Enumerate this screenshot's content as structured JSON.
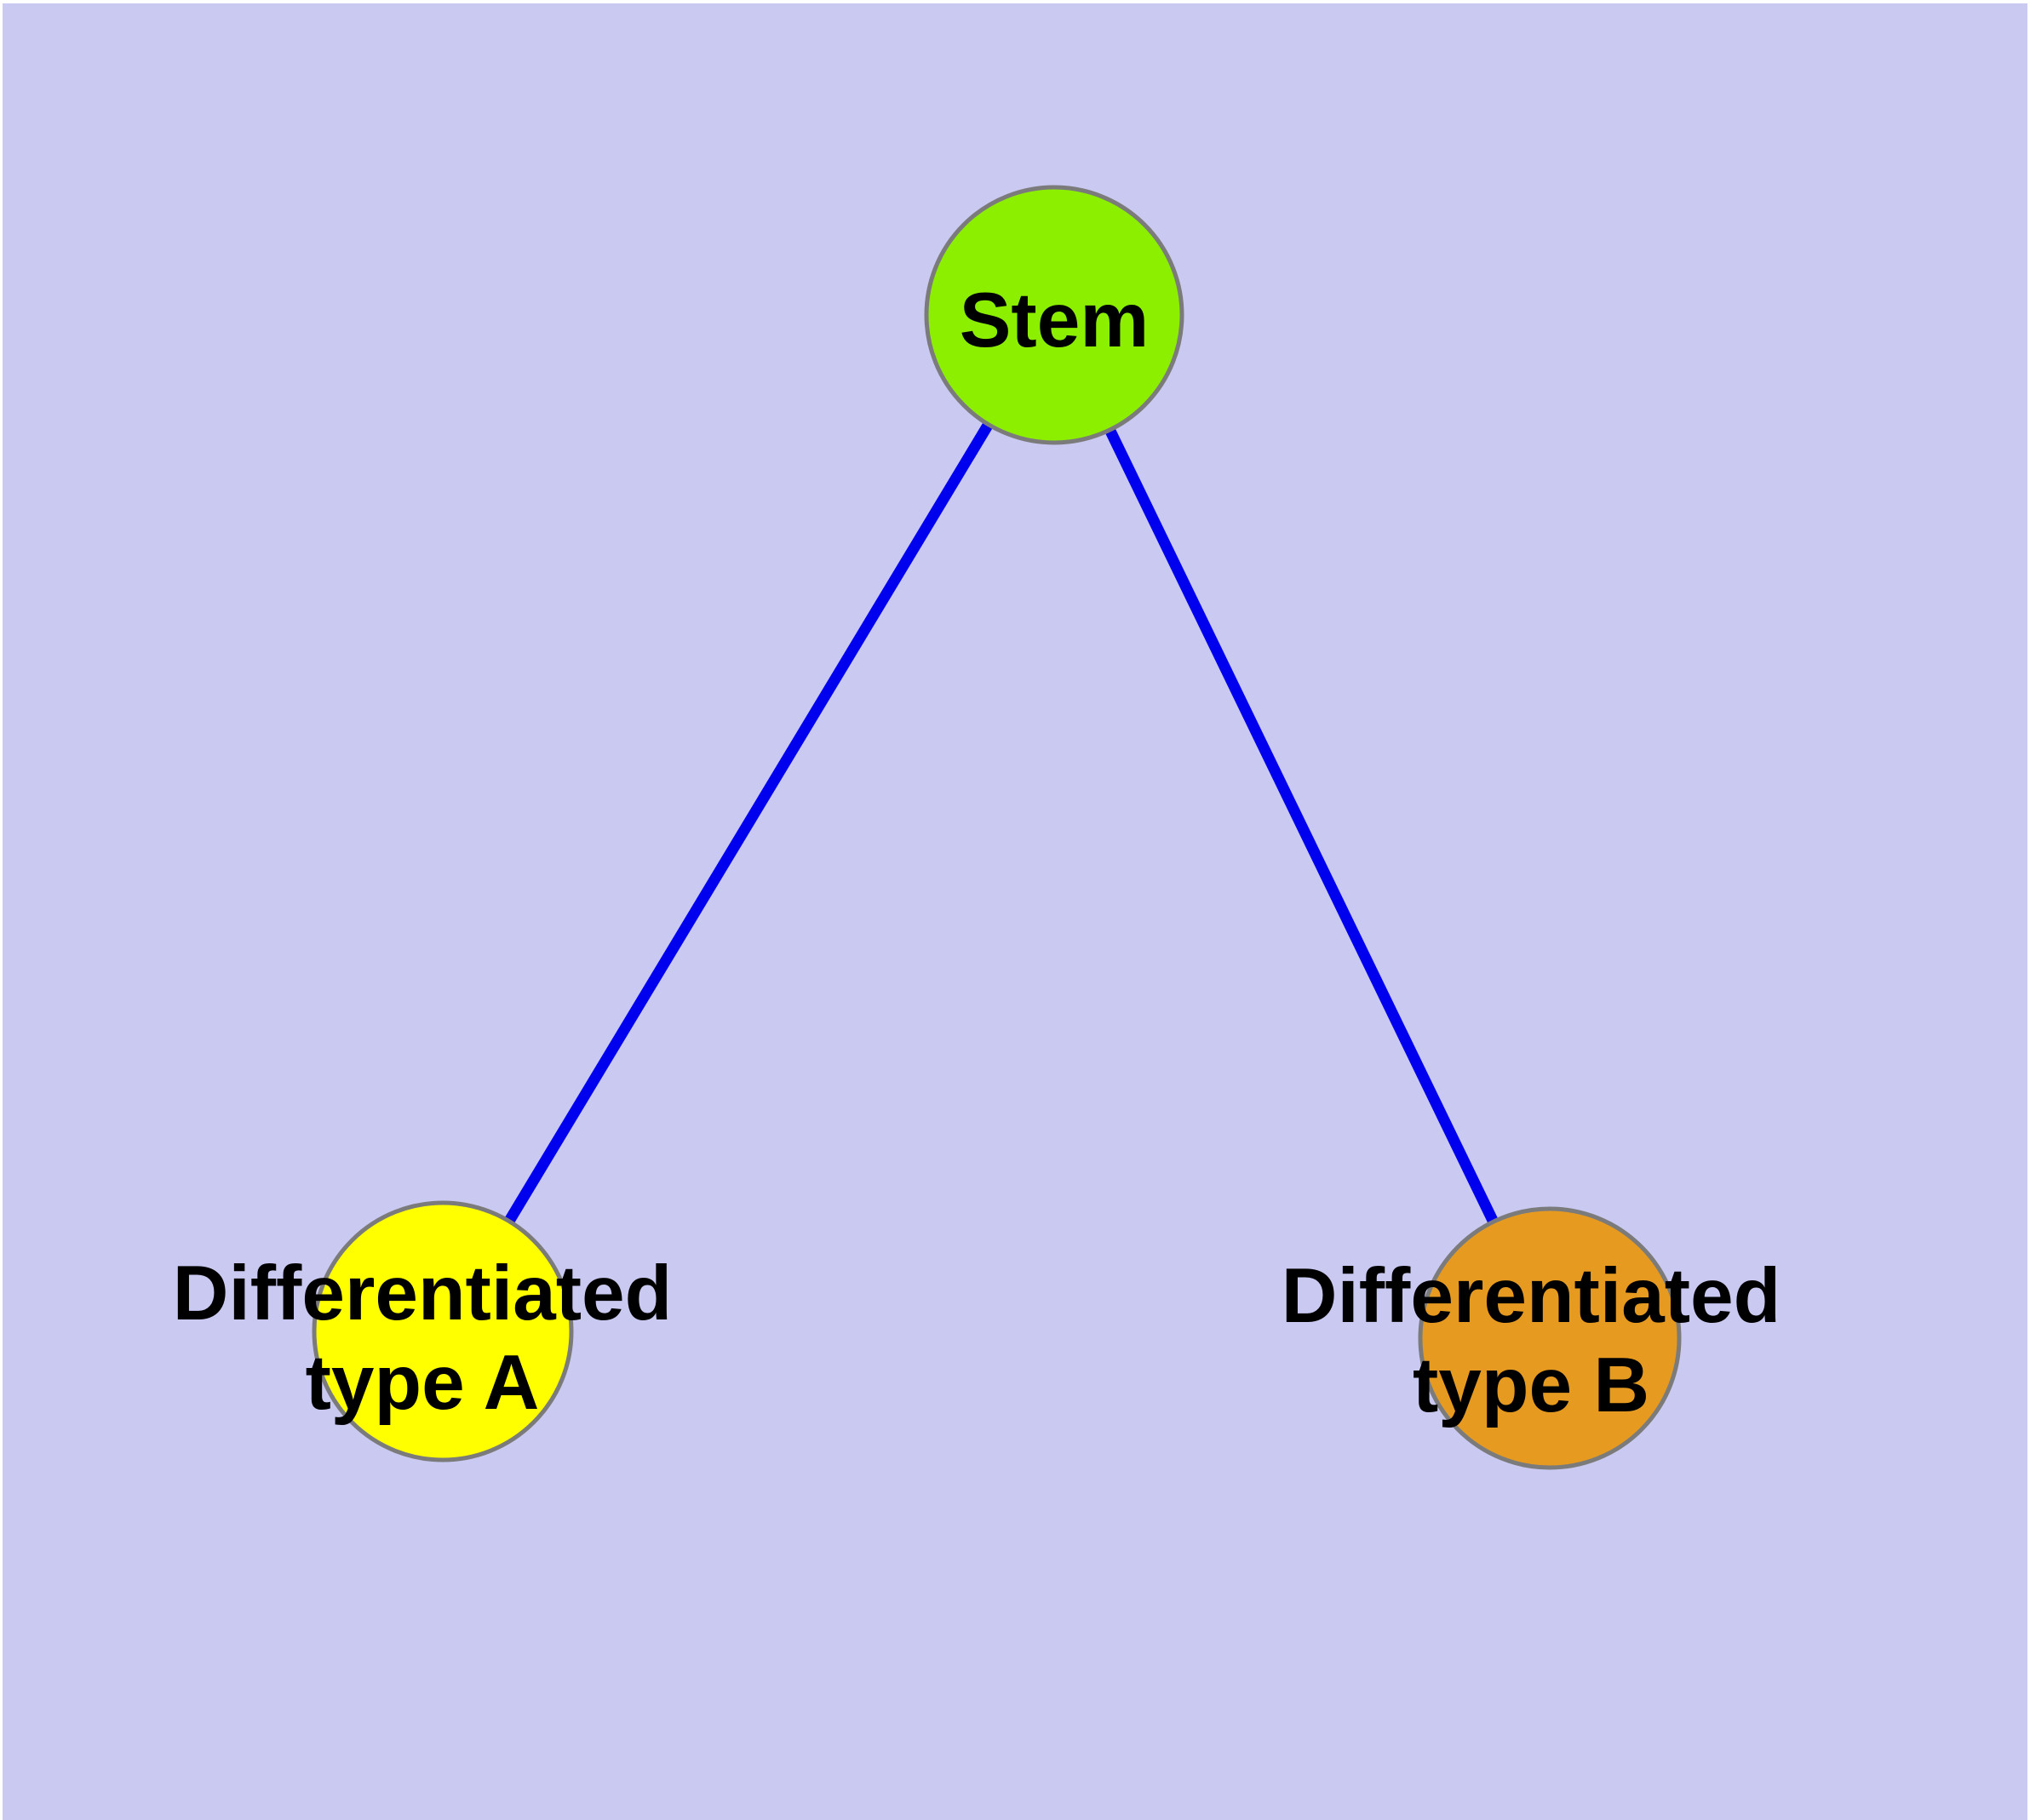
{
  "diagram": {
    "type": "graph",
    "background_color": "#c9c9f1",
    "frame_color": "#ffffff",
    "edge_color": "#0000ee",
    "node_border_color": "#7b7b7b",
    "label_color": "#000000",
    "nodes": [
      {
        "id": "stem",
        "label": "Stem",
        "fill": "#8cef00"
      },
      {
        "id": "differentiated-type-a",
        "label": "Differentiated type A",
        "label_line1": "Differentiated",
        "label_line2": "type A",
        "fill": "#ffff00"
      },
      {
        "id": "differentiated-type-b",
        "label": "Differentiated type B",
        "label_line1": "Differentiated",
        "label_line2": "type B",
        "fill": "#e69a20"
      }
    ],
    "edges": [
      {
        "from": "stem",
        "to": "differentiated-type-a"
      },
      {
        "from": "stem",
        "to": "differentiated-type-b"
      }
    ]
  }
}
